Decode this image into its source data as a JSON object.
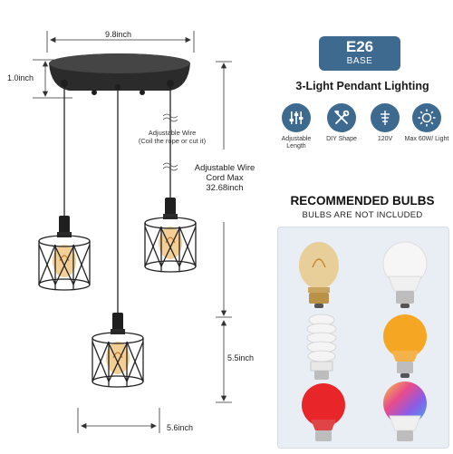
{
  "dimensions": {
    "width": "9.8inch",
    "top_height": "1.0inch",
    "adjustable_wire_title": "Adjustable Wire",
    "adjustable_wire_note": "(Coil the rope or cut it)",
    "cord_line1": "Adjustable Wire",
    "cord_line2": "Cord Max",
    "cord_line3": "32.68inch",
    "shade_height": "5.5inch",
    "shade_width": "5.6inch"
  },
  "base_badge": {
    "line1": "E26",
    "line2": "BASE"
  },
  "headline": "3-Light Pendant Lighting",
  "features": [
    {
      "icon": "sliders-icon",
      "label": "Adjustable Length"
    },
    {
      "icon": "tools-icon",
      "label": "DIY Shape"
    },
    {
      "icon": "voltage-icon",
      "label": "120V"
    },
    {
      "icon": "bulb-light-icon",
      "label": "Max 60W/ Light"
    }
  ],
  "recommended": {
    "title": "RECOMMENDED BULBS",
    "subtitle": "BULBS ARE NOT INCLUDED"
  },
  "bulbs": [
    {
      "name": "vintage-edison-bulb",
      "color": "#e8c98a"
    },
    {
      "name": "white-led-bulb",
      "color": "#f4f4f4"
    },
    {
      "name": "spiral-cfl-bulb",
      "color": "#f2f2f2"
    },
    {
      "name": "orange-bulb",
      "color": "#f5a623"
    },
    {
      "name": "red-bulb",
      "color": "#e8262a"
    },
    {
      "name": "rgb-smart-bulb",
      "color": "#b45ee8"
    }
  ],
  "colors": {
    "accent": "#3e6a8f",
    "fixture": "#2b2b2b"
  }
}
